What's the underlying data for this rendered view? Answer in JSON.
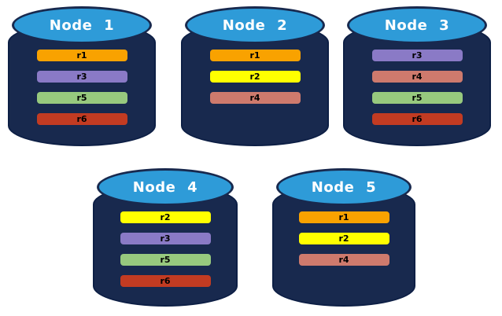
{
  "diagram": {
    "nodes": [
      {
        "title": "Node 1",
        "replicas": [
          "r1",
          "r3",
          "r5",
          "r6"
        ]
      },
      {
        "title": "Node 2",
        "replicas": [
          "r1",
          "r2",
          "r4"
        ]
      },
      {
        "title": "Node 3",
        "replicas": [
          "r3",
          "r4",
          "r5",
          "r6"
        ]
      },
      {
        "title": "Node 4",
        "replicas": [
          "r2",
          "r3",
          "r5",
          "r6"
        ]
      },
      {
        "title": "Node 5",
        "replicas": [
          "r1",
          "r2",
          "r4"
        ]
      }
    ],
    "replica_colors": {
      "r1": "#F9A200",
      "r2": "#FFFF00",
      "r3": "#8A7AC6",
      "r4": "#CE7A6D",
      "r5": "#97C97E",
      "r6": "#C23B22"
    },
    "colors": {
      "background": "#FFFFFF",
      "cylinder_body": "#18294E",
      "cylinder_top": "#2E9BD8",
      "cylinder_border": "#0D1F45",
      "title_text": "#FFFFFF",
      "bar_text": "#000000"
    }
  }
}
